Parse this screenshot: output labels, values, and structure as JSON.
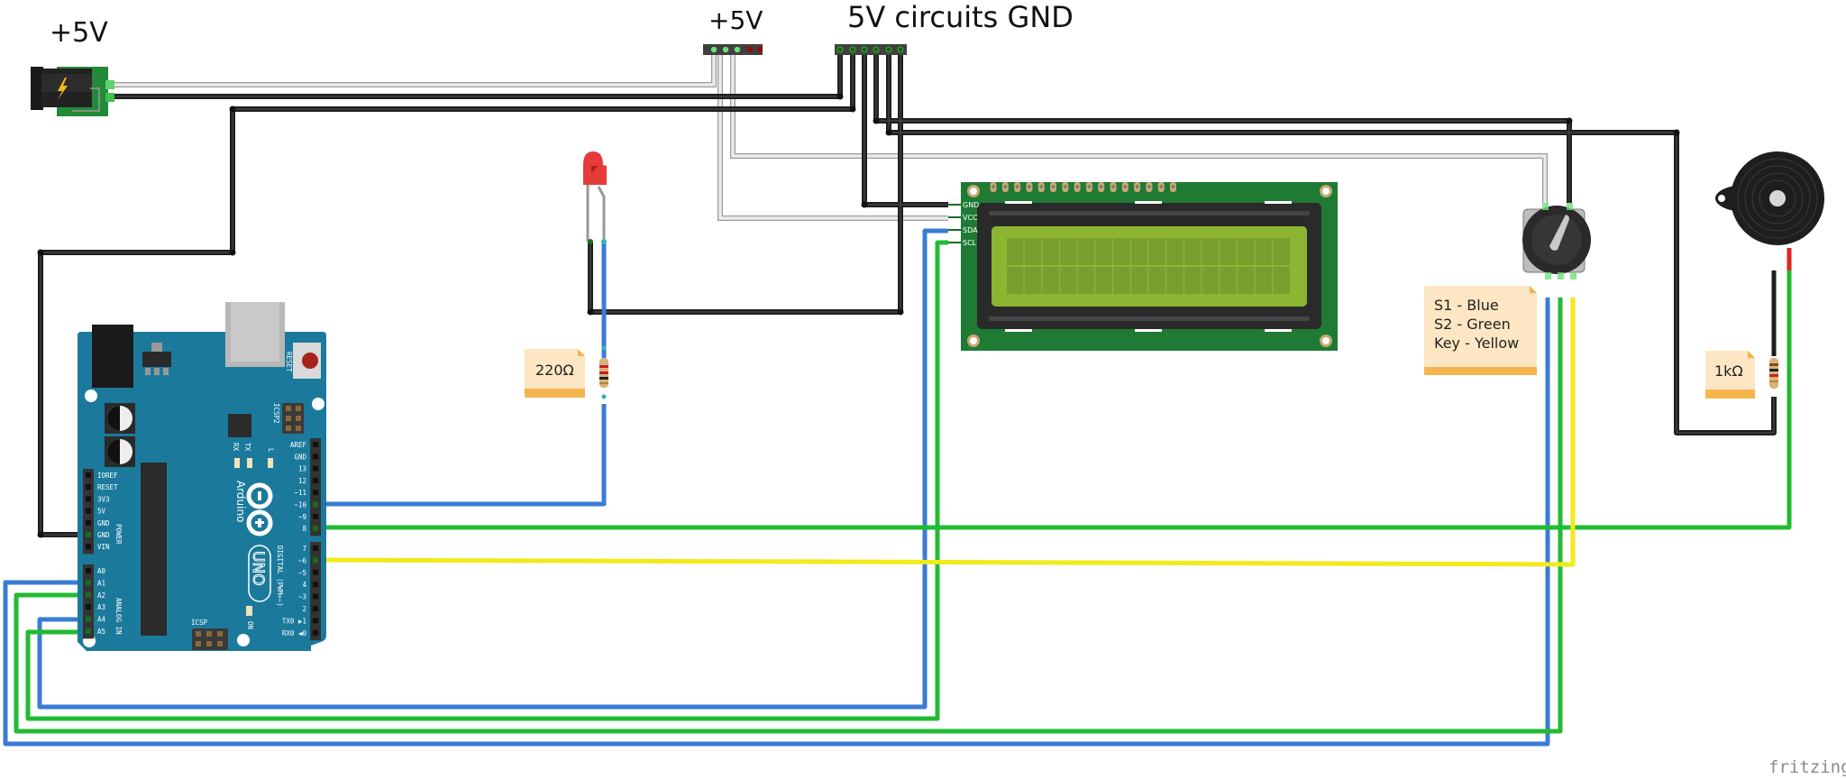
{
  "labels": {
    "power_jack": "+5V",
    "plus5v_header": "+5V",
    "gnd_header": "5V circuits GND"
  },
  "notes": {
    "led_resistor": "220Ω",
    "buzzer_resistor": "1kΩ",
    "encoder_lines": [
      "S1 - Blue",
      "S2 - Green",
      "Key - Yellow"
    ]
  },
  "arduino": {
    "brand": "Arduino",
    "model": "UNO",
    "reset_label": "RESET",
    "icsp2_label": "ICSP2",
    "icsp_label": "ICSP",
    "on_label": "ON",
    "digital_label": "DIGITAL (PWM=~)",
    "power_label": "POWER",
    "analog_label": "ANALOG IN",
    "led_labels": [
      "RX",
      "TX",
      "L"
    ],
    "power_pins": [
      "IOREF",
      "RESET",
      "3V3",
      "5V",
      "GND",
      "GND",
      "VIN"
    ],
    "analog_pins": [
      "A0",
      "A1",
      "A2",
      "A3",
      "A4",
      "A5"
    ],
    "digital_pins_top": [
      "AREF",
      "GND",
      "13",
      "12",
      "~11",
      "~10",
      "~9",
      "8"
    ],
    "digital_pins_bottom": [
      "7",
      "~6",
      "~5",
      "4",
      "~3",
      "2",
      "TX0 ▶1",
      "RX0 ◀0"
    ]
  },
  "lcd": {
    "pins": [
      "GND",
      "VCC",
      "SDA",
      "SCL"
    ],
    "columns": 16,
    "rows": 2
  },
  "wire_colors": {
    "black": "#1f1f1f",
    "white": "#d9d9d9",
    "blue": "#3a7bd5",
    "green": "#22bb33",
    "yellow": "#f2ea1a",
    "red": "#e52222"
  },
  "watermark": "fritzing"
}
